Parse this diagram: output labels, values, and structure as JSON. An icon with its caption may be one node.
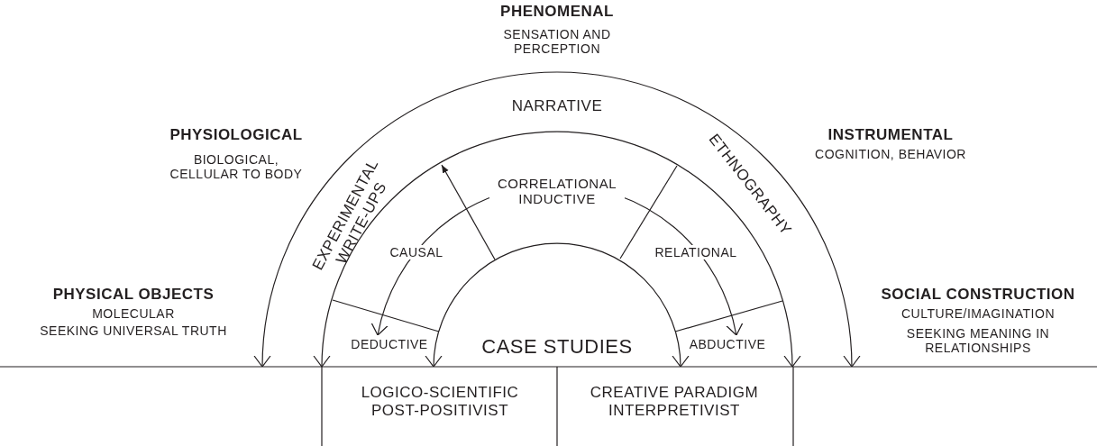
{
  "diagram": {
    "labels": [
      "PHENOMENAL",
      "SENSATION AND PERCEPTION",
      "NARRATIVE",
      "PHYSIOLOGICAL",
      "BIOLOGICAL, CELLULAR TO BODY",
      "INSTRUMENTAL",
      "COGNITION, BEHAVIOR",
      "EXPERIMENTAL WRITE-UPS",
      "ETHNOGRAPHY",
      "CORRELATIONAL INDUCTIVE",
      "CAUSAL",
      "RELATIONAL",
      "PHYSICAL OBJECTS",
      "MOLECULAR",
      "SEEKING UNIVERSAL TRUTH",
      "CASE STUDIES",
      "SOCIAL CONSTRUCTION",
      "CULTURE/IMAGINATION",
      "SEEKING MEANING IN RELATIONSHIPS",
      "DEDUCTIVE",
      "ABDUCTIVE",
      "LOGICO-SCIENTIFIC POST-POSITIVIST",
      "CREATIVE PARADIGM INTERPRETIVIST"
    ]
  }
}
